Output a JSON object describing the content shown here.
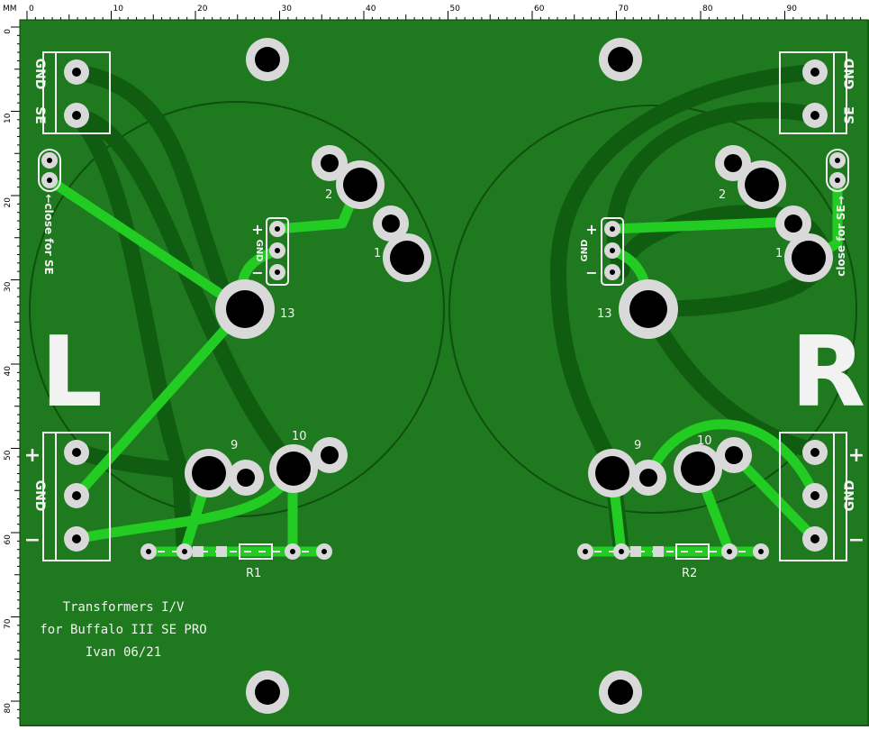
{
  "ruler": {
    "unit": "MM",
    "top_ticks": [
      "0",
      "10",
      "20",
      "30",
      "40",
      "50",
      "60",
      "70",
      "80",
      "90"
    ],
    "left_ticks": [
      "0",
      "10",
      "20",
      "30",
      "40",
      "50",
      "60",
      "70",
      "80"
    ]
  },
  "board": {
    "colors": {
      "board": "#1f7a1f",
      "copper_top": "#22cc22",
      "copper_bottom": "#105c10",
      "silk": "#f2f2f2",
      "drill": "#000000",
      "pad": "#d9d9d9",
      "ruler_bg": "#ffffff"
    },
    "left": {
      "big_letter": "L",
      "connector_top_labels": [
        "GND",
        "SE"
      ],
      "connector_bottom_labels": [
        "+",
        "GND",
        "−"
      ],
      "jumper_note": "←close for SE",
      "pin_labels": [
        "2",
        "1",
        "13",
        "9",
        "10"
      ],
      "header_labels": [
        "+",
        "GND",
        "−"
      ],
      "resistor": "R1"
    },
    "right": {
      "big_letter": "R",
      "connector_top_labels": [
        "GND",
        "SE"
      ],
      "connector_bottom_labels": [
        "+",
        "GND",
        "−"
      ],
      "jumper_note": "close for SE→",
      "pin_labels": [
        "2",
        "1",
        "13",
        "9",
        "10"
      ],
      "header_labels": [
        "+",
        "GND",
        "−"
      ],
      "resistor": "R2"
    },
    "note_lines": [
      "Transformers I/V",
      "for Buffalo III SE PRO",
      "Ivan 06/21"
    ]
  }
}
